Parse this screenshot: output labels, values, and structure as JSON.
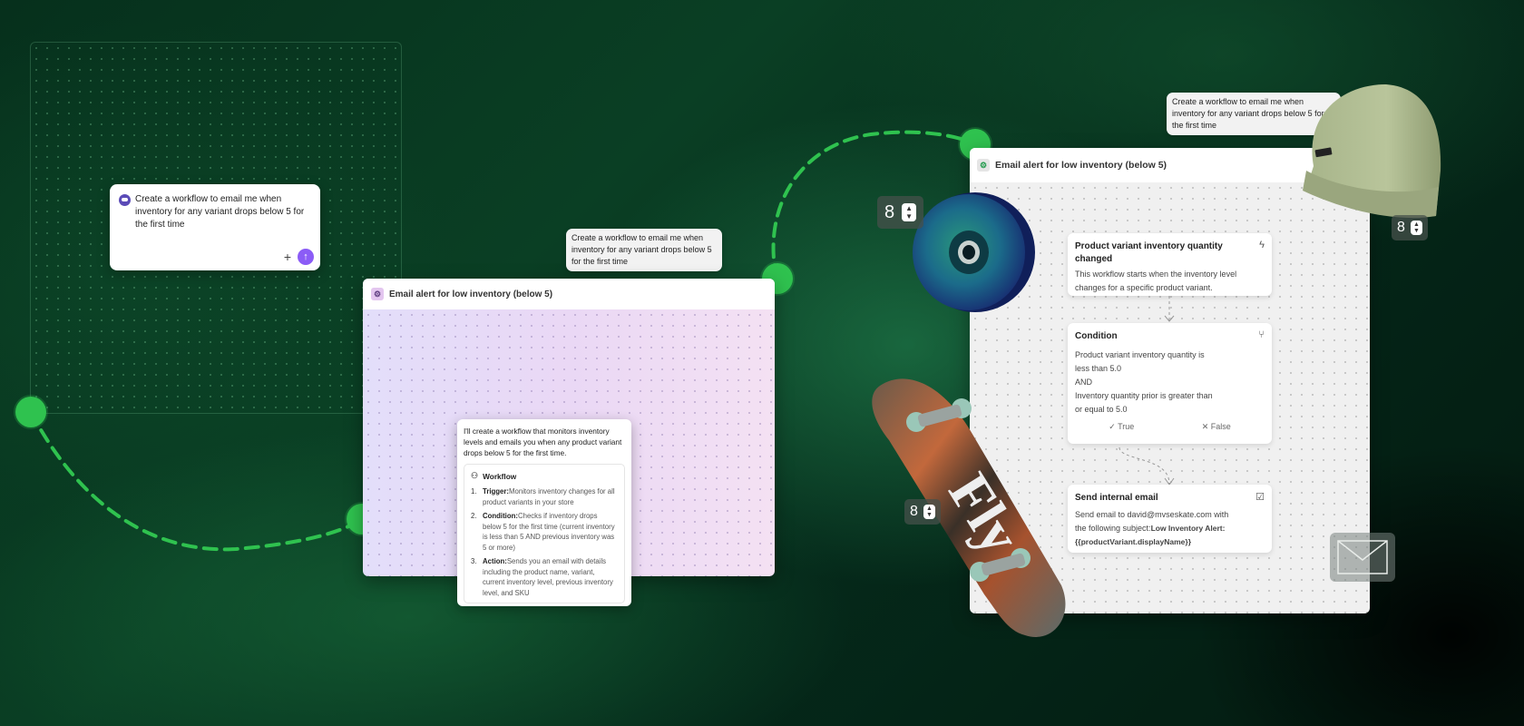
{
  "prompt": {
    "text": "Create a workflow to email me when inventory for any variant drops below 5 for the first time",
    "plus": "+",
    "send": "↑"
  },
  "bubble_mid": "Create a workflow to email me when inventory for any variant drops below 5 for the first time",
  "bubble_right": "Create a workflow to email me when inventory for any variant drops below 5 for the first time",
  "panel_mid": {
    "title": "Email alert for low inventory (below 5)"
  },
  "response": {
    "intro": "I'll create a workflow that monitors inventory levels and emails you when any product variant drops below 5 for the first time.",
    "workflow_title": "Workflow",
    "items": [
      {
        "num": "1.",
        "label": "Trigger:",
        "text": "Monitors inventory changes for all product variants in your store"
      },
      {
        "num": "2.",
        "label": "Condition:",
        "text": "Checks if inventory drops below 5 for the first time (current inventory is less than 5 AND previous inventory was 5 or more)"
      },
      {
        "num": "3.",
        "label": "Action:",
        "text": "Sends you an email with details including the product name, variant, current inventory level, previous inventory level, and SKU"
      }
    ]
  },
  "panel_right": {
    "title": "Email alert for low inventory (below 5)",
    "trigger": {
      "title": "Product variant inventory quantity changed",
      "desc": "This workflow starts when the inventory level changes for a specific product variant."
    },
    "condition": {
      "title": "Condition",
      "line1": "Product variant inventory quantity is",
      "line2": "less than 5.0",
      "line3": "AND",
      "line4": "Inventory quantity prior is greater than",
      "line5": "or equal to 5.0",
      "true_label": "True",
      "false_label": "False"
    },
    "email": {
      "title": "Send internal email",
      "desc1": "Send email to david@mvseskate.com with",
      "desc2": "the following subject:",
      "subject": "Low Inventory Alert:",
      "subject2": "{{productVariant.displayName}}"
    }
  },
  "steppers": {
    "wheel": "8",
    "beanie": "8",
    "skateboard": "8"
  },
  "colors": {
    "accent_green": "#2fc24f",
    "accent_purple": "#8b5cf6"
  }
}
